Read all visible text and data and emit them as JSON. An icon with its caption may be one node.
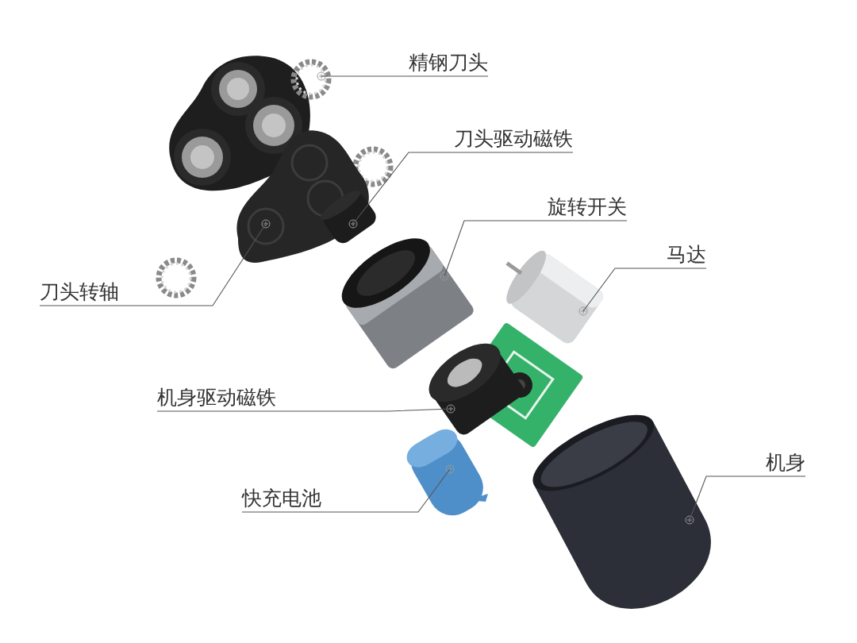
{
  "diagram": {
    "nodes": [
      {
        "text": [
          "精钢刀头"
        ]
      },
      {
        "text": [
          "刀头驱动磁铁"
        ]
      },
      {
        "text": [
          "旋转开关"
        ]
      },
      {
        "text": [
          "马达"
        ]
      },
      {
        "text": [
          "刀头转轴"
        ]
      },
      {
        "text": [
          "机身驱动磁铁"
        ]
      },
      {
        "text": [
          "机身"
        ]
      },
      {
        "text": [
          "快充电池"
        ]
      },
      {
        "text": [],
        "shape": "picture"
      },
      {
        "text": [],
        "shape": "picture"
      },
      {
        "text": [],
        "shape": "picture"
      },
      {
        "text": [],
        "shape": "picture"
      },
      {
        "text": [],
        "shape": "picture"
      },
      {
        "text": [],
        "shape": "picture"
      },
      {
        "text": [],
        "shape": "picture"
      },
      {
        "text": [],
        "shape": "picture"
      }
    ],
    "edges": [
      {
        "from": 0,
        "to": 8,
        "arrow": "none"
      },
      {
        "from": 1,
        "to": 9,
        "arrow": "none"
      },
      {
        "from": 2,
        "to": 10,
        "arrow": "none"
      },
      {
        "from": 3,
        "to": 11,
        "arrow": "none"
      },
      {
        "from": 4,
        "to": 12,
        "arrow": "none"
      },
      {
        "from": 5,
        "to": 13,
        "arrow": "none"
      },
      {
        "from": 6,
        "to": 14,
        "arrow": "none"
      },
      {
        "from": 7,
        "to": 15,
        "arrow": "none"
      }
    ]
  }
}
